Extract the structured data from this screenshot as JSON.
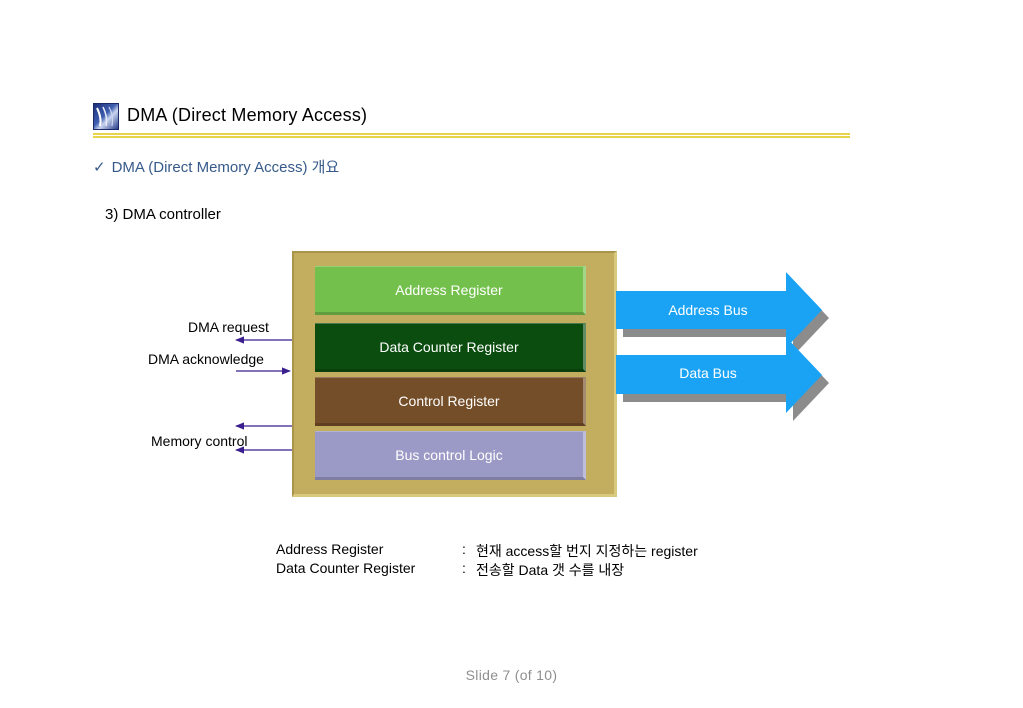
{
  "header": {
    "title": "DMA (Direct  Memory  Access)",
    "logo_icon": "wave-logo-icon",
    "rule_color": "#e7d44a"
  },
  "subtitle": {
    "check": "✓",
    "text": "DMA (Direct  Memory  Access) 개요",
    "color": "#365a8a"
  },
  "section": "3) DMA controller",
  "diagram": {
    "registers": [
      {
        "label": "Address Register",
        "color": "#74c04c"
      },
      {
        "label": "Data Counter Register",
        "color": "#0a4d0f"
      },
      {
        "label": "Control Register",
        "color": "#744e28"
      },
      {
        "label": "Bus control Logic",
        "color": "#9b9ac6"
      }
    ],
    "container_color": "#c3ad5e",
    "signals": {
      "dma_request": "DMA request",
      "dma_acknowledge": "DMA acknowledge",
      "memory_control": "Memory control"
    },
    "buses": {
      "address": "Address Bus",
      "data": "Data  Bus",
      "color": "#1aa3f5"
    }
  },
  "notes": [
    {
      "term": "Address Register",
      "sep": ":",
      "desc": "현재 access할 번지 지정하는 register"
    },
    {
      "term": "Data Counter Register",
      "sep": ":",
      "desc": "전송할 Data 갯 수를 내장"
    }
  ],
  "footer": "Slide  7 (of  10)"
}
